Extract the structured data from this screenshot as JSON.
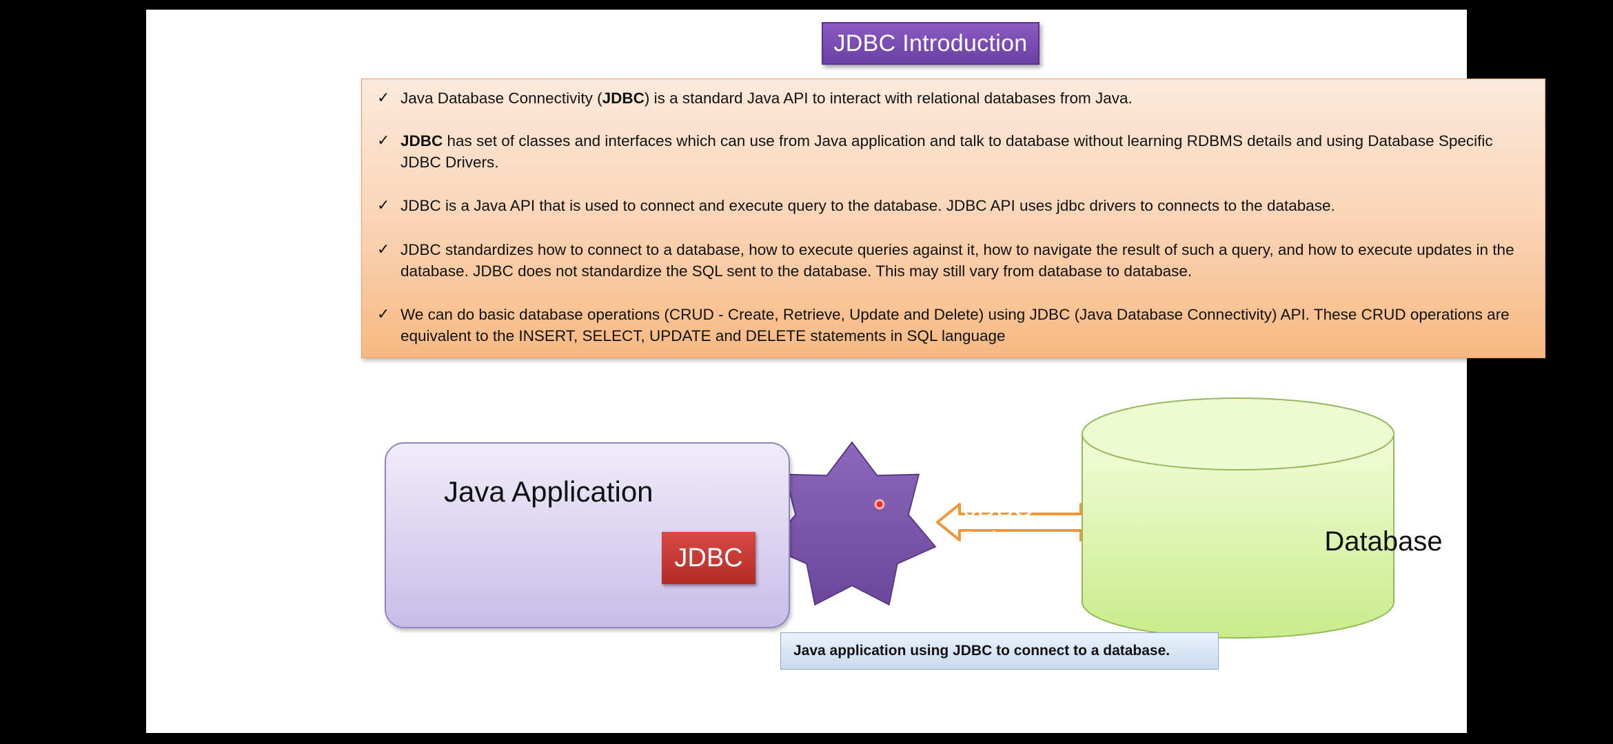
{
  "slide": {
    "title": "JDBC Introduction"
  },
  "bullets": [
    {
      "pre": "Java Database Connectivity (",
      "bold": "JDBC",
      "post": ") is a standard Java API to interact with relational databases from Java."
    },
    {
      "pre": "",
      "bold": "JDBC",
      "post": " has set of classes and interfaces which can use from Java application and talk to database without learning RDBMS details and using Database Specific JDBC Drivers."
    },
    {
      "pre": "JDBC is a Java API that is used to connect and execute query to the database. JDBC API uses jdbc drivers to connects to the database.",
      "bold": "",
      "post": ""
    },
    {
      "pre": "JDBC standardizes how to connect to a database, how to execute queries against it, how to navigate the result of such a query, and how to execute updates in the database. JDBC does not standardize the SQL sent to the database. This may still vary from database to database.",
      "bold": "",
      "post": ""
    },
    {
      "pre": "We can do basic database operations (CRUD - Create, Retrieve, Update and Delete) using JDBC (Java Database Connectivity) API. These CRUD operations are equivalent to the INSERT, SELECT, UPDATE and DELETE statements in SQL language",
      "bold": "",
      "post": ""
    }
  ],
  "check_glyph": "✓",
  "diagram": {
    "app_label": "Java Application",
    "jdbc_label": "JDBC",
    "driver_line1": "JDBC",
    "driver_line2": "Driver",
    "database_label": "Database",
    "caption": "Java application using JDBC to connect to a database."
  },
  "colors": {
    "title_bg": "#7548b0",
    "bullet_box_top": "#fce9db",
    "bullet_box_bottom": "#f7b983",
    "app_box": "#d8d0f0",
    "jdbc_box": "#c0322e",
    "driver_star": "#7a55a8",
    "arrow_fill": "#ffffff",
    "arrow_stroke": "#f0953a",
    "database_fill": "#d9f2a8",
    "caption_bg": "#dbe7f7"
  }
}
